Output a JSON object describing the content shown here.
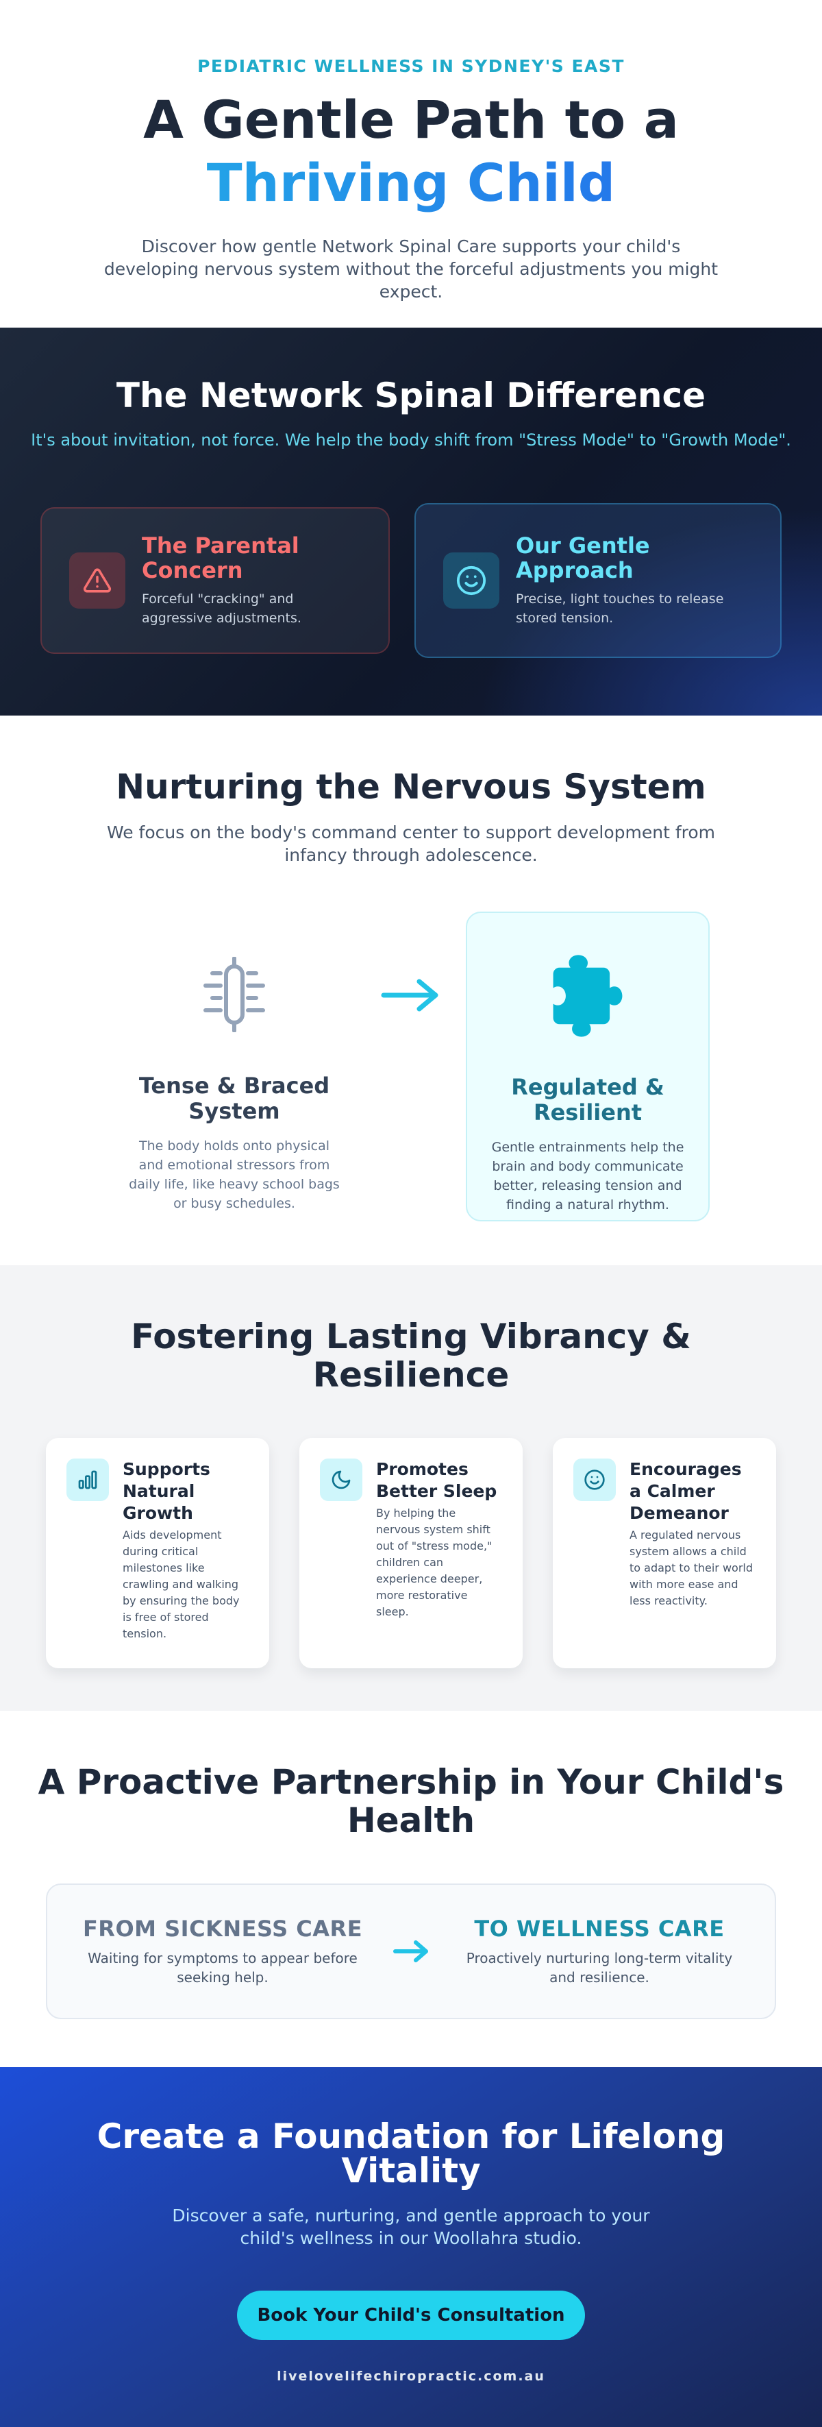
{
  "hero": {
    "eyebrow": "PEDIATRIC WELLNESS IN SYDNEY'S EAST",
    "title_line1": "A Gentle Path to a",
    "title_line2": "Thriving Child",
    "subtitle": "Discover how gentle Network Spinal Care supports your child's developing nervous system without the forceful adjustments you might expect."
  },
  "difference": {
    "title": "The Network Spinal Difference",
    "subtitle": "It's about invitation, not force. We help the body shift from \"Stress Mode\" to \"Growth Mode\".",
    "cards": [
      {
        "icon": "warning-triangle-icon",
        "title": "The Parental Concern",
        "text": "Forceful \"cracking\" and aggressive adjustments."
      },
      {
        "icon": "smile-icon",
        "title": "Our Gentle Approach",
        "text": "Precise, light touches to release stored tension."
      }
    ]
  },
  "nervous": {
    "title": "Nurturing the Nervous System",
    "subtitle": "We focus on the body's command center to support development from infancy through adolescence.",
    "tense": {
      "icon": "tense-spine-icon",
      "title": "Tense & Braced System",
      "text": "The body holds onto physical and emotional stressors from daily life, like heavy school bags or busy schedules."
    },
    "arrow_icon": "arrow-right-icon",
    "regulated": {
      "icon": "puzzle-piece-icon",
      "title": "Regulated & Resilient",
      "text": "Gentle entrainments help the brain and body communicate better, releasing tension and finding a natural rhythm."
    }
  },
  "vibrancy": {
    "title": "Fostering Lasting Vibrancy & Resilience",
    "features": [
      {
        "icon": "bar-chart-icon",
        "title": "Supports Natural Growth",
        "text": "Aids development during critical milestones like crawling and walking by ensuring the body is free of stored tension."
      },
      {
        "icon": "moon-icon",
        "title": "Promotes Better Sleep",
        "text": "By helping the nervous system shift out of \"stress mode,\" children can experience deeper, more restorative sleep."
      },
      {
        "icon": "smile-icon",
        "title": "Encourages a Calmer Demeanor",
        "text": "A regulated nervous system allows a child to adapt to their world with more ease and less reactivity."
      }
    ]
  },
  "partnership": {
    "title": "A Proactive Partnership in Your Child's Health",
    "from": {
      "title": "FROM SICKNESS CARE",
      "text": "Waiting for symptoms to appear before seeking help."
    },
    "to": {
      "title": "TO WELLNESS CARE",
      "text": "Proactively nurturing long-term vitality and resilience."
    }
  },
  "cta": {
    "title": "Create a Foundation for Lifelong Vitality",
    "subtitle": "Discover a safe, nurturing, and gentle approach to your child's wellness in our Woollahra studio.",
    "button_label": "Book Your Child's Consultation",
    "website": "livelovelifechiropractic.com.au"
  },
  "colors": {
    "accent_cyan": "#22d3ee",
    "brand_blue": "#2563eb",
    "dark_navy": "#0f172a",
    "concern_red": "#f87171"
  }
}
